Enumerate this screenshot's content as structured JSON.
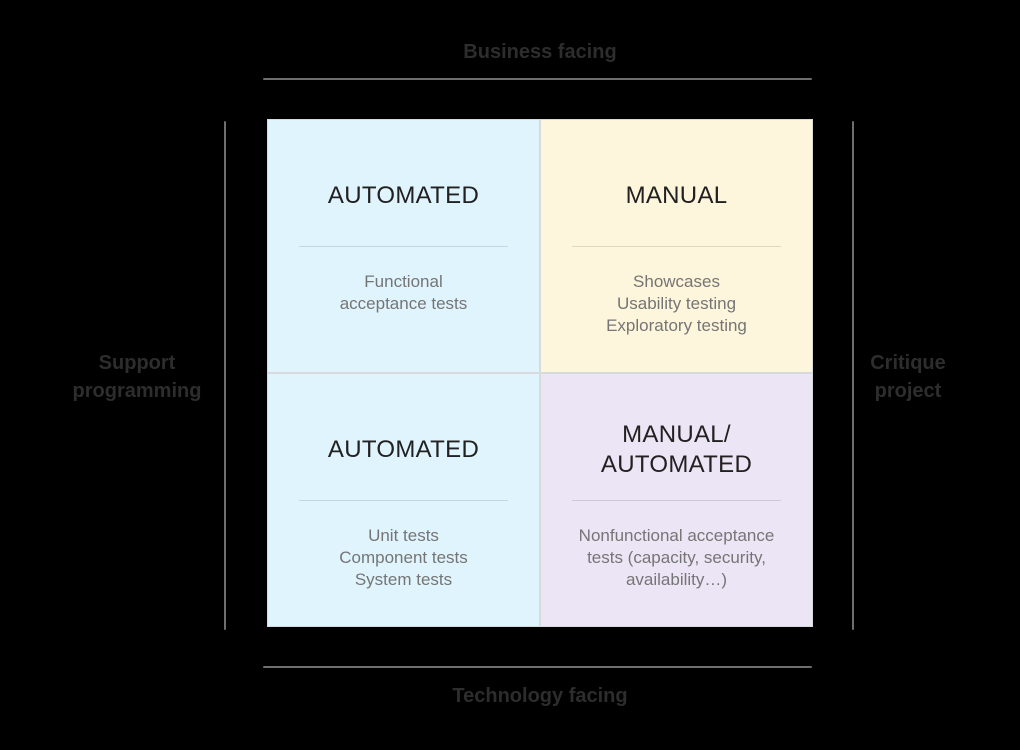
{
  "axes": {
    "top": "Business facing",
    "bottom": "Technology facing",
    "left": "Support\nprogramming",
    "right": "Critique\nproject"
  },
  "quadrants": [
    {
      "id": "top-left",
      "title": "AUTOMATED",
      "items": "Functional\nacceptance tests",
      "bg": "#e0f4fd"
    },
    {
      "id": "top-right",
      "title": "MANUAL",
      "items": "Showcases\nUsability testing\nExploratory testing",
      "bg": "#fdf6dc"
    },
    {
      "id": "bottom-left",
      "title": "AUTOMATED",
      "items": "Unit tests\nComponent tests\nSystem tests",
      "bg": "#e0f4fd"
    },
    {
      "id": "bottom-right",
      "title": "MANUAL/\nAUTOMATED",
      "items": "Nonfunctional acceptance\ntests (capacity, security,\navailability…)",
      "bg": "#ece5f5"
    }
  ],
  "colors": {
    "background": "#000000",
    "axis_label": "#2d2d2d",
    "axis_line": "#6e6e6e",
    "quadrant_title": "#212121",
    "quadrant_text": "#757575",
    "grid_gap": "#d9dadb"
  }
}
